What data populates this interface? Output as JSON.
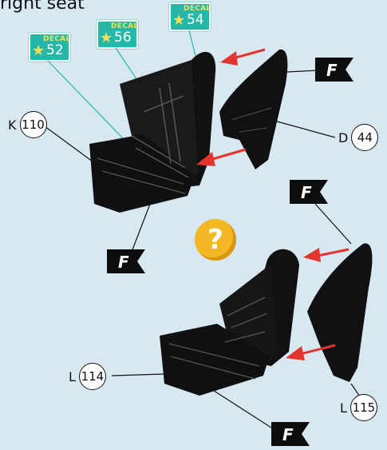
{
  "header_partial": "right seat",
  "decals": [
    {
      "tag": "DECAL",
      "number": "52"
    },
    {
      "tag": "DECAL",
      "number": "56"
    },
    {
      "tag": "DECAL",
      "number": "54"
    }
  ],
  "parts": [
    {
      "letter": "K",
      "number": "110"
    },
    {
      "letter": "D",
      "number": "44"
    },
    {
      "letter": "L",
      "number": "114"
    },
    {
      "letter": "L",
      "number": "115"
    }
  ],
  "flag_letter": "F",
  "help_symbol": "?",
  "colors": {
    "background": "#d7e8f2",
    "decal": "#27b7a8",
    "arrow": "#e3342f",
    "help": "#f3b824"
  }
}
